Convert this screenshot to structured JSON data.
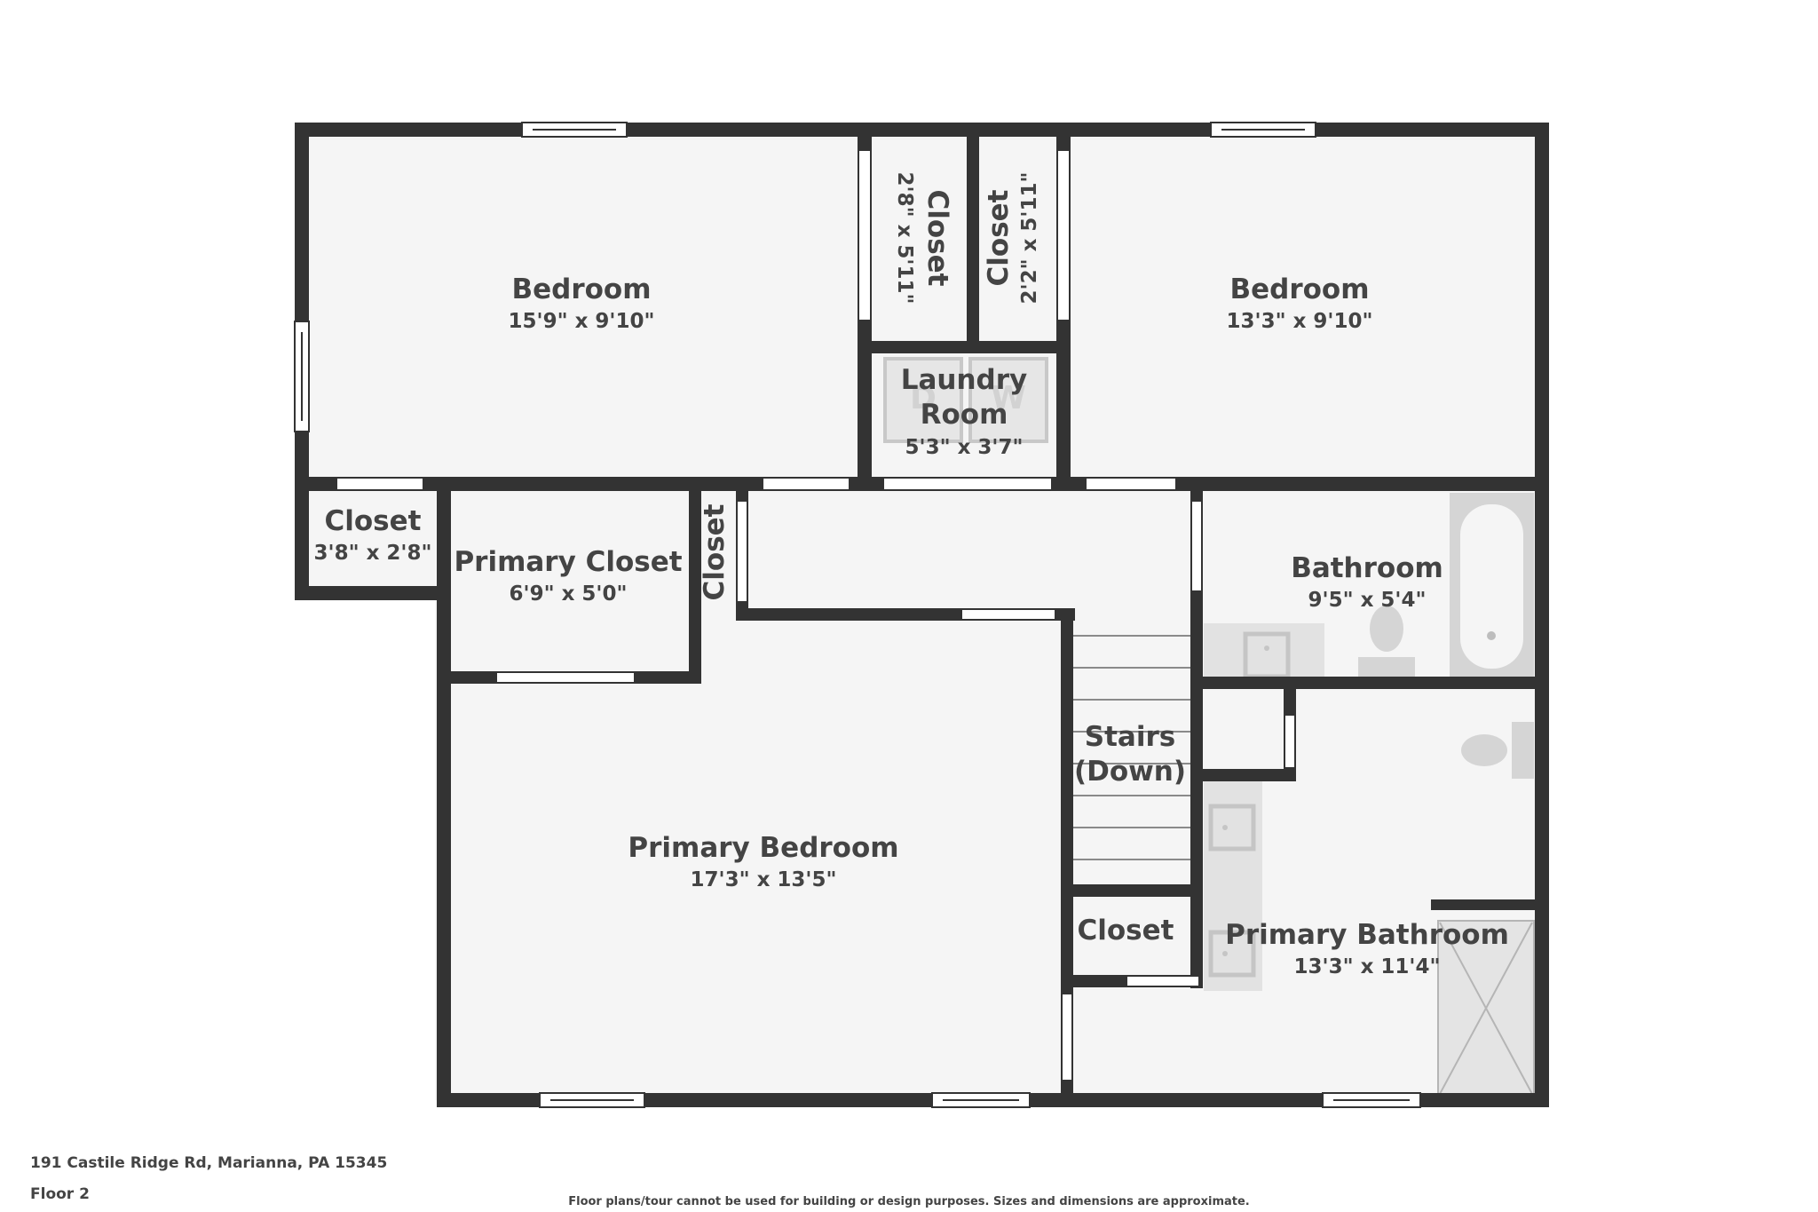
{
  "address": "191 Castile Ridge Rd, Marianna, PA 15345",
  "floor": "Floor 2",
  "disclaimer": "Floor plans/tour cannot be used for building or design purposes. Sizes and dimensions are approximate.",
  "colors": {
    "wall": "#333333",
    "floor": "#f5f5f5",
    "fixture": "#d5d5d5",
    "text": "#444444",
    "window": "#ffffff"
  },
  "rooms": {
    "bedroom_west": {
      "name": "Bedroom",
      "dims": "15'9\" x 9'10\""
    },
    "closet_a": {
      "name": "Closet",
      "dims": "2'8\" x 5'11\""
    },
    "closet_b": {
      "name": "Closet",
      "dims": "2'2\" x 5'11\""
    },
    "bedroom_east": {
      "name": "Bedroom",
      "dims": "13'3\" x 9'10\""
    },
    "laundry": {
      "name_line1": "Laundry",
      "name_line2": "Room",
      "dims": "5'3\" x 3'7\""
    },
    "closet_small": {
      "name": "Closet",
      "dims": "3'8\" x 2'8\""
    },
    "primary_closet": {
      "name": "Primary Closet",
      "dims": "6'9\" x 5'0\""
    },
    "closet_hall": {
      "name": "Closet"
    },
    "bathroom": {
      "name": "Bathroom",
      "dims": "9'5\" x 5'4\""
    },
    "stairs": {
      "name_line1": "Stairs",
      "name_line2": "(Down)"
    },
    "primary_bedroom": {
      "name": "Primary Bedroom",
      "dims": "17'3\" x 13'5\""
    },
    "closet_stair": {
      "name": "Closet"
    },
    "primary_bathroom": {
      "name": "Primary Bathroom",
      "dims": "13'3\" x 11'4\""
    }
  },
  "appliance_labels": {
    "dryer": "D",
    "washer": "W"
  }
}
